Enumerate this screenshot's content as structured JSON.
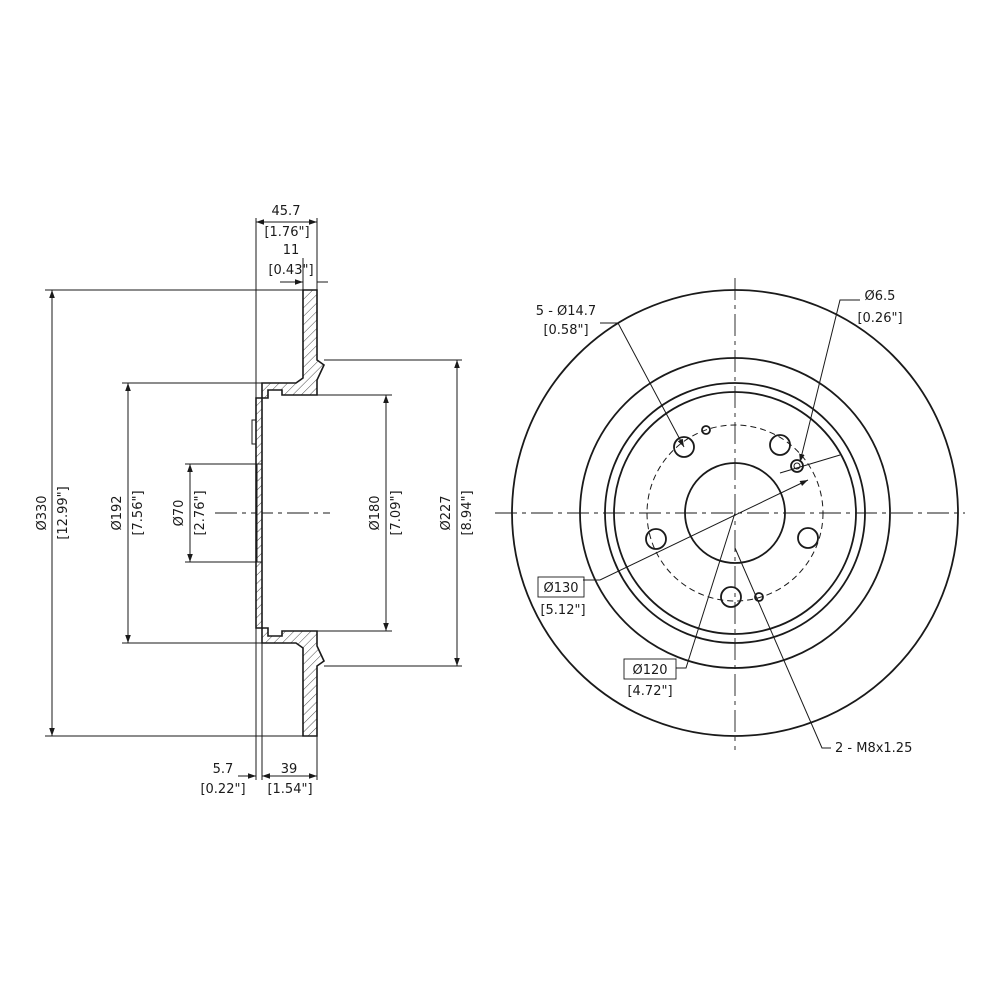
{
  "side_view": {
    "dim_overall_width": {
      "value": "45.7",
      "imperial": "[1.76\"]"
    },
    "dim_rotor_thickness": {
      "value": "11",
      "imperial": "[0.43\"]"
    },
    "dim_outer_diameter": {
      "value": "Ø330",
      "imperial": "[12.99\"]"
    },
    "dim_hat_diameter": {
      "value": "Ø192",
      "imperial": "[7.56\"]"
    },
    "dim_center_bore": {
      "value": "Ø70",
      "imperial": "[2.76\"]"
    },
    "dim_inner_diameter": {
      "value": "Ø180",
      "imperial": "[7.09\"]"
    },
    "dim_friction_inner": {
      "value": "Ø227",
      "imperial": "[8.94\"]"
    },
    "dim_hat_thickness": {
      "value": "5.7",
      "imperial": "[0.22\"]"
    },
    "dim_hat_height": {
      "value": "39",
      "imperial": "[1.54\"]"
    }
  },
  "front_view": {
    "lug_holes": {
      "value": "5 - Ø14.7",
      "imperial": "[0.58\"]"
    },
    "locator_holes": {
      "value": "Ø6.5",
      "imperial": "[0.26\"]"
    },
    "bolt_circle": {
      "value": "Ø130",
      "imperial": "[5.12\"]"
    },
    "locator_circle": {
      "value": "Ø120",
      "imperial": "[4.72\"]"
    },
    "threaded_holes": {
      "value": "2 - M8x1.25"
    }
  }
}
